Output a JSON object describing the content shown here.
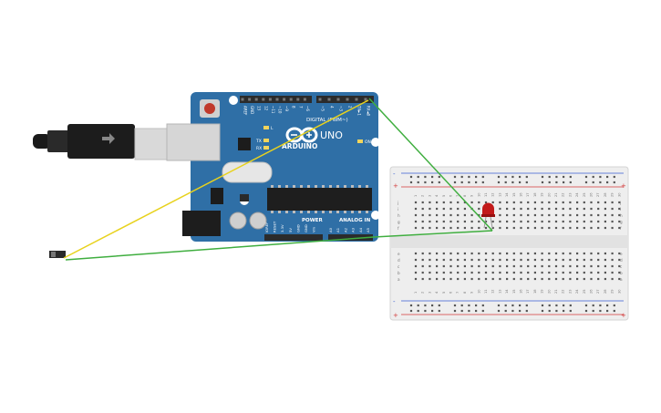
{
  "arduino": {
    "brand": "ARDUINO",
    "model": "UNO",
    "digital_label": "DIGITAL (PWM~)",
    "power_label": "POWER",
    "analog_label": "ANALOG IN",
    "on_label": "ON",
    "l_label": "L",
    "tx_label": "TX",
    "rx_label": "RX",
    "digital_pins": [
      "AREF",
      "GND",
      "13",
      "12",
      "~11",
      "~10",
      "~9",
      "8",
      "7",
      "~6",
      "~5",
      "4",
      "~3",
      "2",
      "TX►1",
      "RX◄0"
    ],
    "power_pins": [
      "IOREF",
      "RESET",
      "3.3V",
      "5V",
      "GND",
      "GND",
      "Vin"
    ],
    "analog_pins": [
      "A0",
      "A1",
      "A2",
      "A3",
      "A4",
      "A5"
    ]
  },
  "breadboard": {
    "top_row_letters": [
      "j",
      "i",
      "h",
      "g",
      "f"
    ],
    "bottom_row_letters": [
      "e",
      "d",
      "c",
      "b",
      "a"
    ],
    "column_numbers": [
      "1",
      "2",
      "3",
      "4",
      "5",
      "6",
      "7",
      "8",
      "9",
      "10",
      "11",
      "12",
      "13",
      "14",
      "15",
      "16",
      "17",
      "18",
      "19",
      "20",
      "21",
      "22",
      "23",
      "24",
      "25",
      "26",
      "27",
      "28",
      "29",
      "30"
    ],
    "rail_plus": "+",
    "rail_minus": "-"
  },
  "wires": [
    {
      "name": "yellow-wire",
      "color": "#e8d21d"
    },
    {
      "name": "green-wire",
      "color": "#3fae3f"
    }
  ],
  "colors": {
    "board": "#2f6fa6",
    "board_dark": "#23568a",
    "header": "#2b2b2b",
    "led": "#c21a1a",
    "rail_red": "#d23a3a",
    "rail_blue": "#3a5fd2"
  }
}
